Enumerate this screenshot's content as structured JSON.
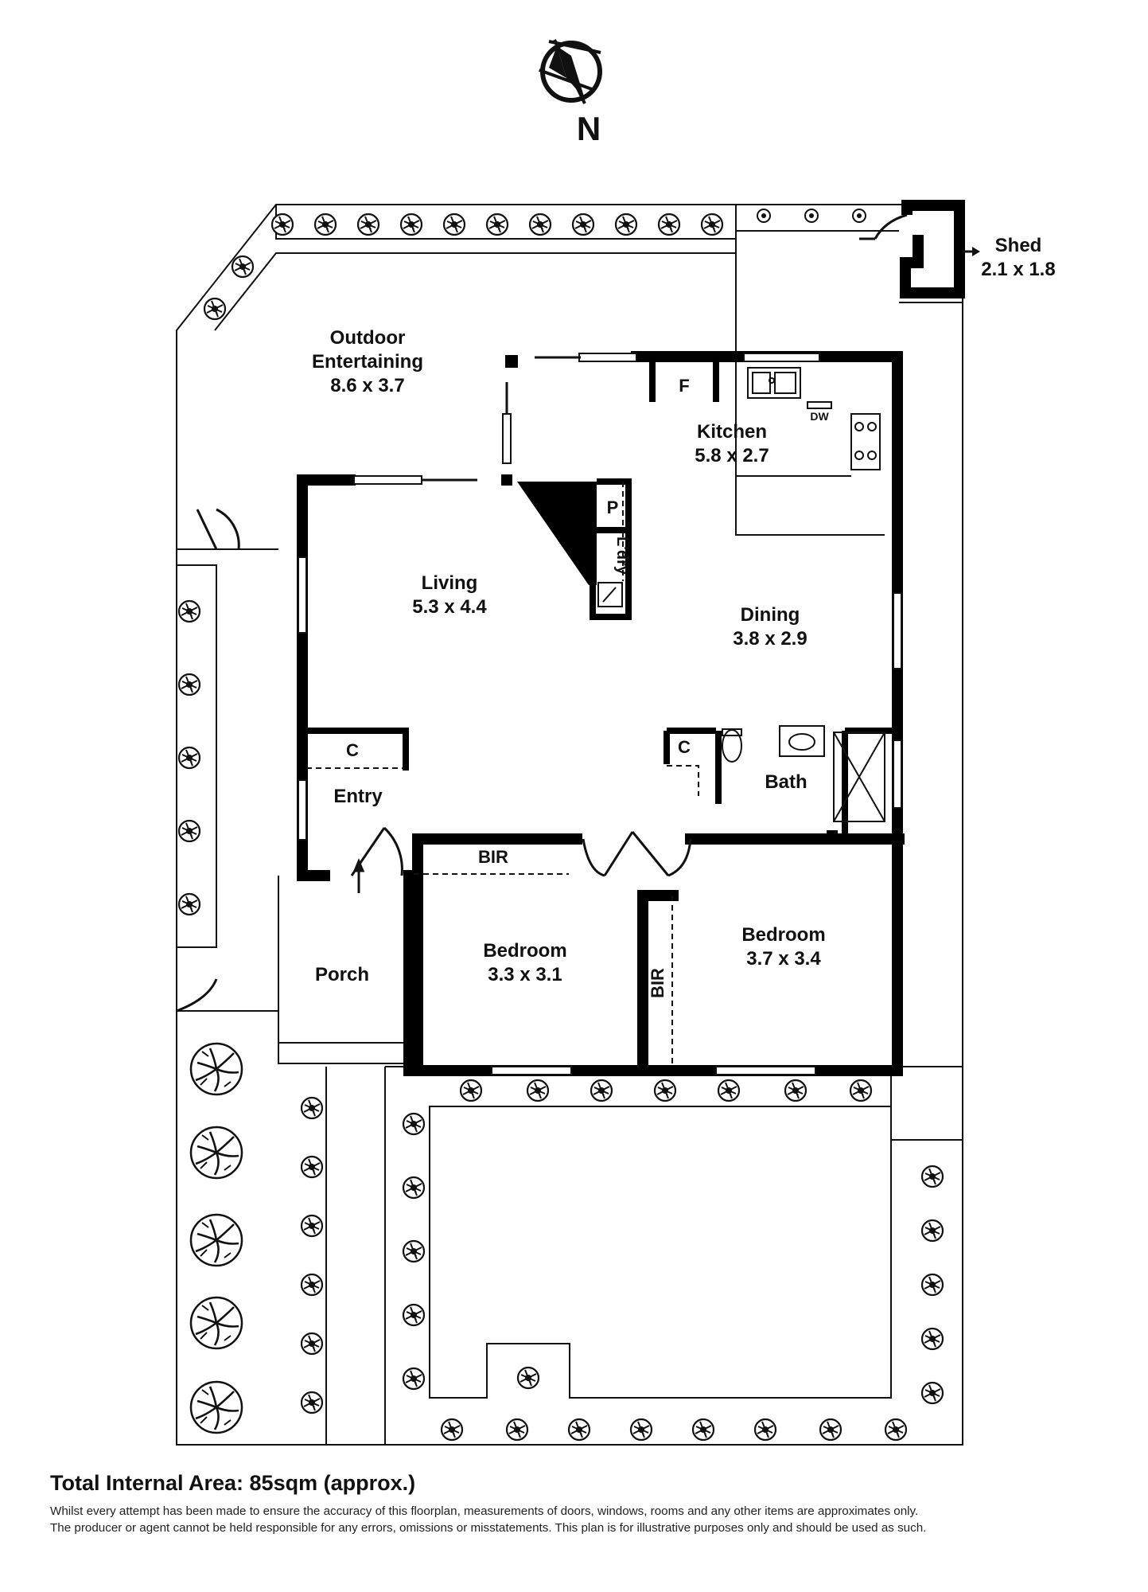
{
  "compass": {
    "north_label": "N"
  },
  "rooms": {
    "outdoor": {
      "name_line1": "Outdoor",
      "name_line2": "Entertaining",
      "size": "8.6 x 3.7"
    },
    "kitchen": {
      "name": "Kitchen",
      "size": "5.8 x 2.7"
    },
    "living": {
      "name": "Living",
      "size": "5.3 x 4.4"
    },
    "dining": {
      "name": "Dining",
      "size": "3.8 x 2.9"
    },
    "bath": {
      "name": "Bath"
    },
    "entry": {
      "name": "Entry"
    },
    "porch": {
      "name": "Porch"
    },
    "bedroom1": {
      "name": "Bedroom",
      "size": "3.3 x 3.1"
    },
    "bedroom2": {
      "name": "Bedroom",
      "size": "3.7 x 3.4"
    },
    "shed": {
      "name": "Shed",
      "size": "2.1 x 1.8"
    }
  },
  "fixtures": {
    "fridge": "F",
    "pantry": "P",
    "laundry": "L'dry",
    "dishwasher": "DW",
    "cupboard_entry": "C",
    "cupboard_bath": "C",
    "bir_bed1": "BIR",
    "bir_bed2": "BIR"
  },
  "footer": {
    "total_area": "Total Internal Area: 85sqm (approx.)",
    "disclaimer_line1": "Whilst every attempt has been made to ensure the accuracy of this floorplan, measurements of doors, windows, rooms and any other items are approximates only.",
    "disclaimer_line2": "The producer or agent cannot be held responsible for any errors, omissions or misstatements. This plan is for illustrative purposes only and should be used as such."
  }
}
